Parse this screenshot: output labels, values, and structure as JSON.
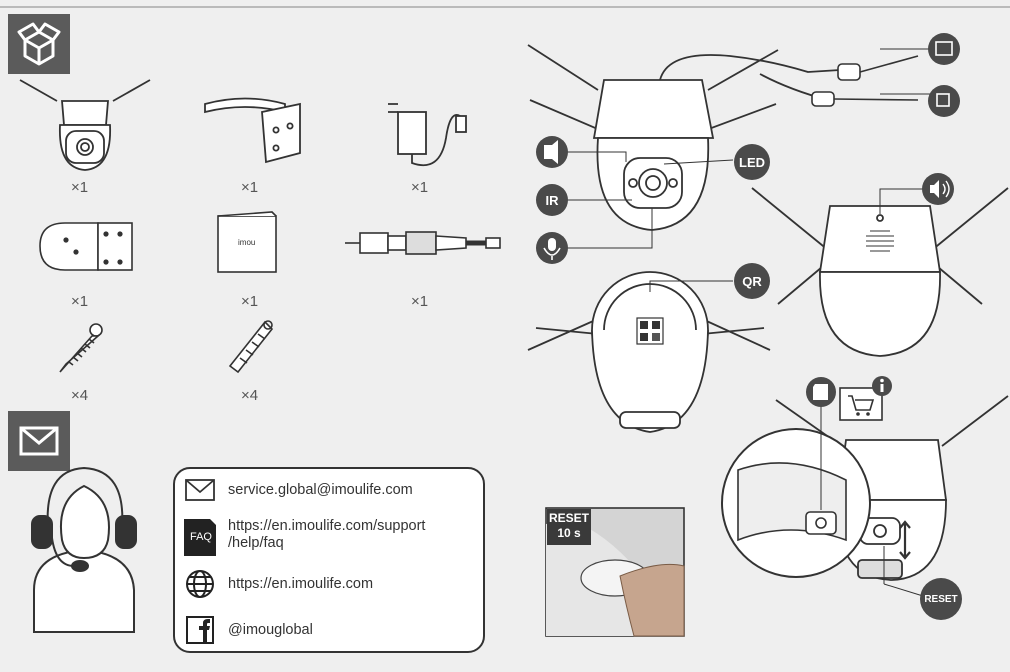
{
  "box_section": {
    "icon": "open-box-icon",
    "items": [
      {
        "name": "camera",
        "qty": "×1"
      },
      {
        "name": "wall-mount-bracket",
        "qty": "×1"
      },
      {
        "name": "power-adapter",
        "qty": "×1"
      },
      {
        "name": "mounting-template",
        "qty": "×1"
      },
      {
        "name": "quick-start-guide",
        "qty": "×1",
        "brand": "imou"
      },
      {
        "name": "waterproof-connector",
        "qty": "×1"
      },
      {
        "name": "screw",
        "qty": "×4"
      },
      {
        "name": "wall-anchor",
        "qty": "×4"
      }
    ]
  },
  "camera_labels": {
    "led": "LED",
    "ir": "IR",
    "qr": "QR",
    "reset_badge": "RESET",
    "reset_hold_line1": "RESET",
    "reset_hold_line2": "10 s",
    "ethernet_icon": "ethernet-port-icon",
    "power_icon": "power-plug-icon",
    "speaker_icon": "speaker-icon",
    "light_icon": "spotlight-icon",
    "mic_icon": "microphone-icon",
    "sd_icon": "sd-card-icon",
    "cart_icon": "shopping-cart-icon",
    "info_icon": "info-icon"
  },
  "contact_section": {
    "icon": "envelope-icon",
    "support_icon": "headset-support-icon",
    "email": "service.global@imoulife.com",
    "faq_label": "FAQ",
    "faq_url_line1": "https://en.imoulife.com/support",
    "faq_url_line2": "/help/faq",
    "website": "https://en.imoulife.com",
    "facebook": "@imouglobal"
  }
}
